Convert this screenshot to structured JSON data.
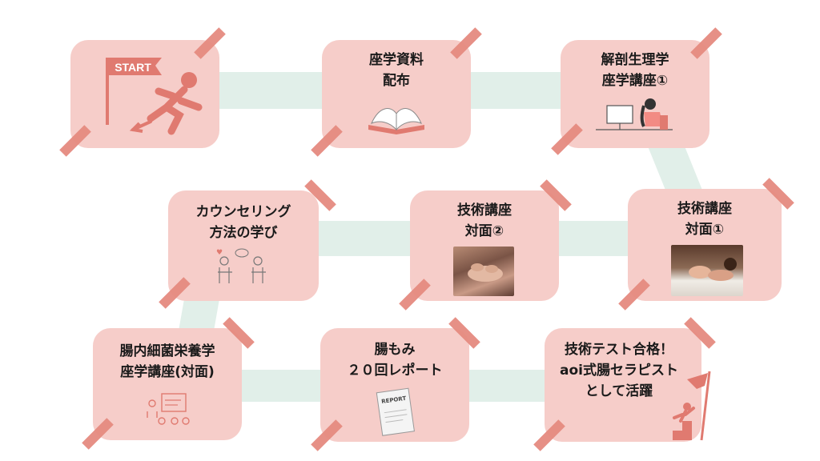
{
  "steps": [
    {
      "id": "start",
      "text": "START"
    },
    {
      "id": "materials",
      "line1": "座学資料",
      "line2": "配布"
    },
    {
      "id": "anatomy",
      "line1": "解剖生理学",
      "line2": "座学講座①"
    },
    {
      "id": "tech1",
      "line1": "技術講座",
      "line2": "対面①"
    },
    {
      "id": "tech2",
      "line1": "技術講座",
      "line2": "対面②"
    },
    {
      "id": "counseling",
      "line1": "カウンセリング",
      "line2": "方法の学び"
    },
    {
      "id": "nutrition",
      "line1": "腸内細菌栄養学",
      "line2": "座学講座(対面)"
    },
    {
      "id": "report",
      "line1": "腸もみ",
      "line2": "２０回レポート",
      "doc_text": "REPORT"
    },
    {
      "id": "certified",
      "line1": "技術テスト合格！",
      "line2": "aoi式腸セラピスト",
      "line3": "として活躍"
    }
  ],
  "colors": {
    "card": "#f6cdc9",
    "tape": "#e58a80",
    "track": "#e1efe9",
    "accent": "#e07a70"
  }
}
